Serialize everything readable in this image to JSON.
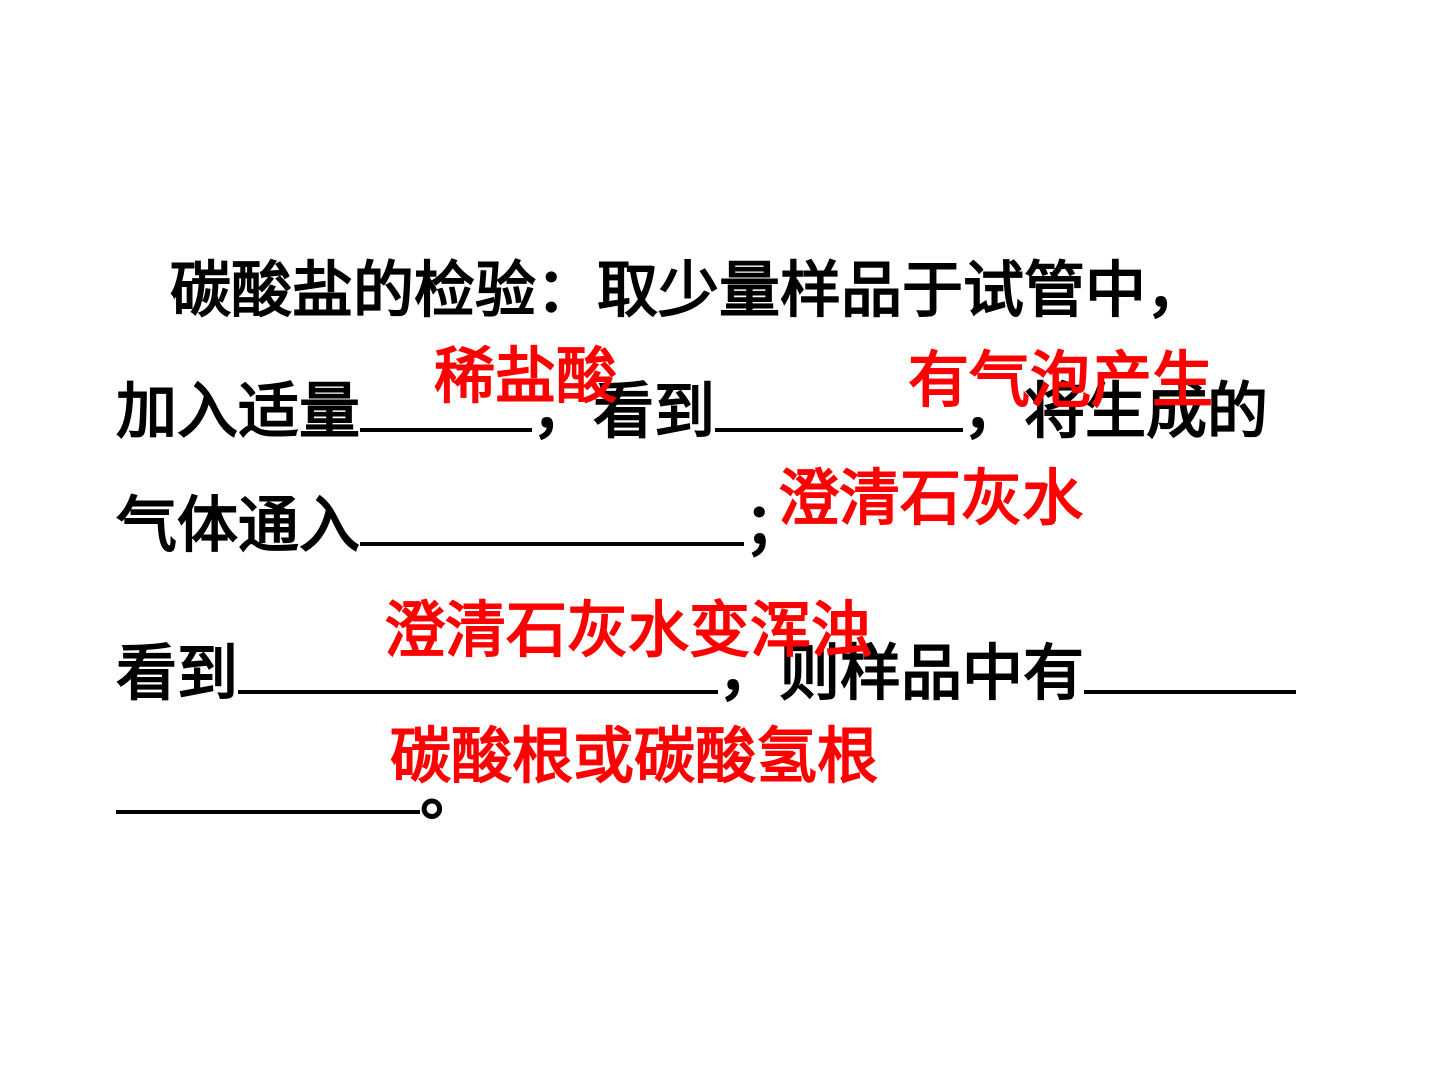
{
  "slide": {
    "line1": {
      "text": "碳酸盐的检验：取少量样品于试管中，"
    },
    "line2": {
      "part1": "加入适量",
      "part2": "，看到",
      "part3": "，将生成的"
    },
    "line3": {
      "part1": "气体通入",
      "part2": "；"
    },
    "line4": {
      "part1": "看到",
      "part2": "，则样品中有"
    },
    "line5": {
      "part1": "。"
    },
    "answers": {
      "acid": "稀盐酸",
      "observation1": "有气泡产生",
      "reagent": "澄清石灰水",
      "observation2": "澄清石灰水变浑浊",
      "conclusion": "碳酸根或碳酸氢根"
    },
    "colors": {
      "text": "#000000",
      "answer": "#ff0000",
      "background": "#ffffff"
    }
  }
}
